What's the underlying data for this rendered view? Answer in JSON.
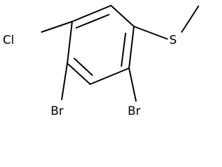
{
  "molecule": {
    "atoms": {
      "cl": "Cl",
      "br_left": "Br",
      "br_right": "Br",
      "s": "S"
    }
  }
}
